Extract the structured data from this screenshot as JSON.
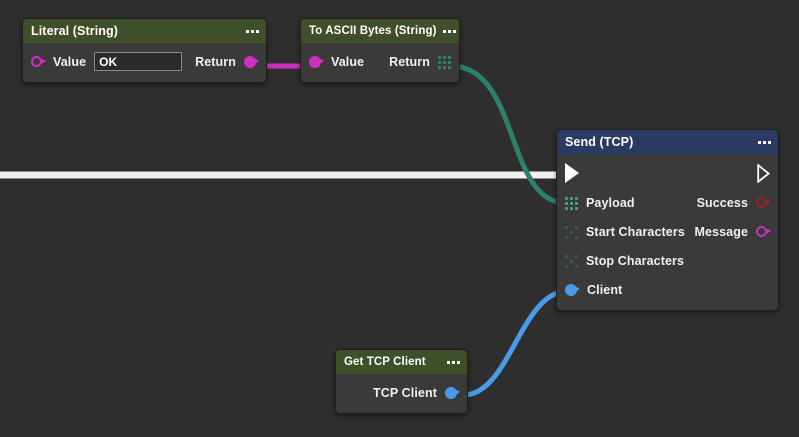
{
  "canvas": {
    "background": "#2e2e2e",
    "accent_exec_wire": "#f2f2f2",
    "accent_string_wire": "#cf2fbf",
    "accent_array_wire": "#2f7f6d",
    "accent_client_wire": "#4a9ae8"
  },
  "nodes": [
    {
      "id": "literal-string",
      "title": "Literal (String)",
      "header_color": "#3e4f29",
      "menu_label": "node-menu",
      "inputs": [
        {
          "label": "Value",
          "port": "string-ring",
          "color": "#cf2fbf",
          "value": "OK",
          "placeholder": ""
        }
      ],
      "outputs": [
        {
          "label": "Return",
          "port": "string-filled",
          "color": "#cf2fbf"
        }
      ]
    },
    {
      "id": "to-ascii-bytes",
      "title": "To ASCII Bytes (String)",
      "header_color": "#3e4f29",
      "menu_label": "node-menu",
      "inputs": [
        {
          "label": "Value",
          "port": "string-filled",
          "color": "#cf2fbf"
        }
      ],
      "outputs": [
        {
          "label": "Return",
          "port": "array-grid",
          "color": "#2f7f6d"
        }
      ]
    },
    {
      "id": "send-tcp",
      "title": "Send (TCP)",
      "header_color": "#2b3a63",
      "menu_label": "node-menu",
      "exec_in": "exec-in-arrow",
      "exec_out": "exec-out-arrow",
      "inputs": [
        {
          "label": "Payload",
          "port": "array-grid-bright",
          "color": "#3b9b85"
        },
        {
          "label": "Start Characters",
          "port": "array-grid-dim",
          "color": "#2c5f55"
        },
        {
          "label": "Stop Characters",
          "port": "array-grid-dim",
          "color": "#2c5f55"
        },
        {
          "label": "Client",
          "port": "client-filled",
          "color": "#4a9ae8"
        }
      ],
      "outputs": [
        {
          "label": "Success",
          "port": "bool-ring",
          "color": "#9c2222"
        },
        {
          "label": "Message",
          "port": "string-ring",
          "color": "#cf2fbf"
        }
      ]
    },
    {
      "id": "get-tcp-client",
      "title": "Get TCP Client",
      "header_color": "#3e4f29",
      "menu_label": "node-menu",
      "inputs": [],
      "outputs": [
        {
          "label": "TCP Client",
          "port": "client-filled",
          "color": "#4a9ae8"
        }
      ]
    }
  ],
  "wires": [
    {
      "from": "literal-string.Return",
      "to": "to-ascii-bytes.Value",
      "color": "#cf2fbf"
    },
    {
      "from": "to-ascii-bytes.Return",
      "to": "send-tcp.Payload",
      "color": "#2f7f6d"
    },
    {
      "from": "offscreen-exec",
      "to": "send-tcp.exec-in",
      "color": "#f2f2f2"
    },
    {
      "from": "get-tcp-client.TCP Client",
      "to": "send-tcp.Client",
      "color": "#4a9ae8"
    }
  ]
}
